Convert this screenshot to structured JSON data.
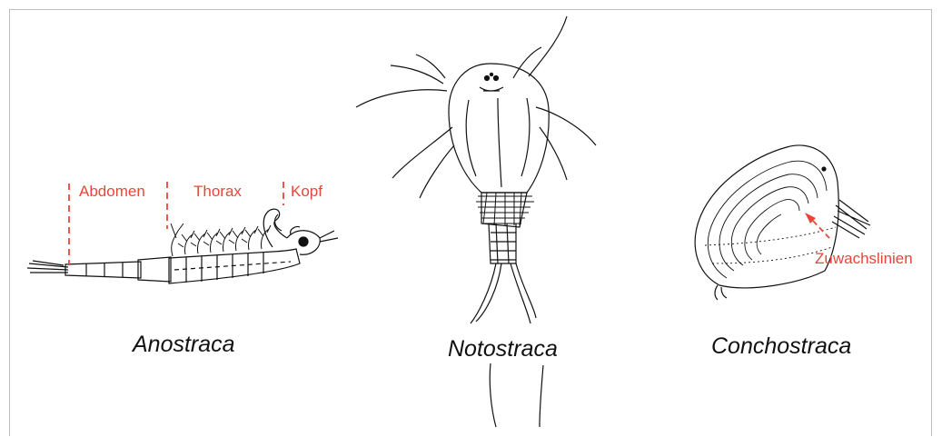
{
  "figure": {
    "organisms": [
      {
        "name": "Anostraca"
      },
      {
        "name": "Notostraca"
      },
      {
        "name": "Conchostraca"
      }
    ],
    "anostraca_labels": {
      "abdomen": "Abdomen",
      "thorax": "Thorax",
      "head": "Kopf"
    },
    "conchostraca_label": "Zuwachslinien",
    "colors": {
      "annotation": "#e8463a",
      "ink": "#111111",
      "frame": "#bfbfbf"
    }
  }
}
